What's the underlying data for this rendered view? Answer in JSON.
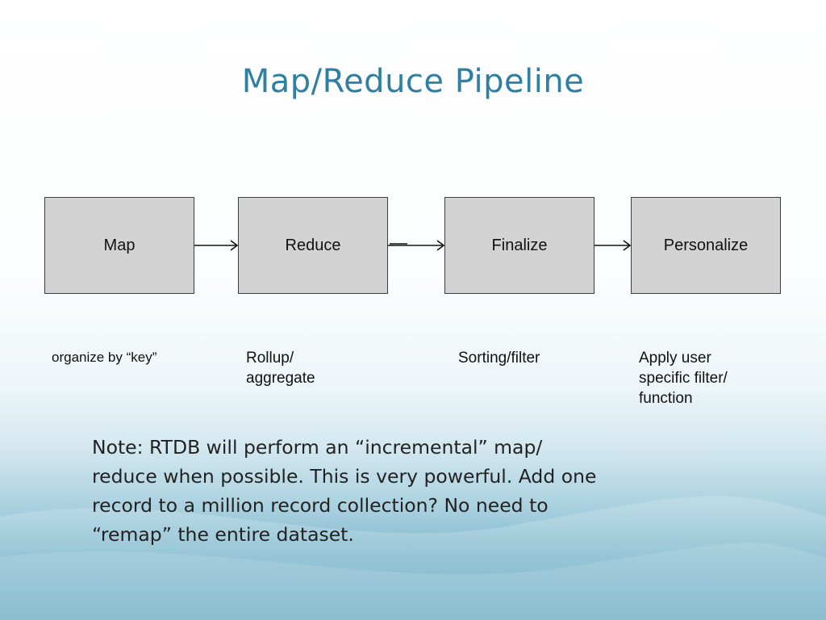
{
  "title": "Map/Reduce Pipeline",
  "boxes": [
    {
      "label": "Map"
    },
    {
      "label": "Reduce"
    },
    {
      "label": "Finalize"
    },
    {
      "label": "Personalize"
    }
  ],
  "captions": [
    {
      "text": "organize by “key”"
    },
    {
      "line1": "Rollup/",
      "line2": "aggregate"
    },
    {
      "text": "Sorting/filter"
    },
    {
      "line1": "Apply user",
      "line2": "specific filter/",
      "line3": "function"
    }
  ],
  "note": {
    "line1": "Note: RTDB will perform an “incremental” map/",
    "line2": "reduce when possible. This is very powerful. Add one",
    "line3": "record to a million record collection? No need to",
    "line4": "“remap” the entire dataset."
  },
  "colors": {
    "title": "#2f7fa3",
    "box_fill": "#d3d3d3",
    "box_border": "#3c3c3c",
    "background_bottom": "#5ea6be"
  }
}
